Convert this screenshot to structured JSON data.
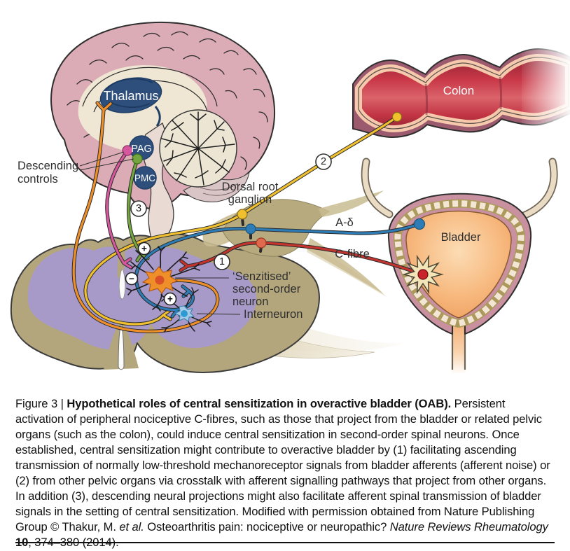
{
  "figure": {
    "labels": {
      "thalamus": "Thalamus",
      "pag": "PAG",
      "pmc": "PMC",
      "descending_controls_line1": "Descending",
      "descending_controls_line2": "controls",
      "dorsal_root_ganglion_line1": "Dorsal root",
      "dorsal_root_ganglion_line2": "ganglion",
      "colon": "Colon",
      "bladder": "Bladder",
      "a_delta_fibre": "A-δ",
      "c_fibre": "C-fibre",
      "sensitised_neuron_line1": "‘Senzitised’",
      "sensitised_neuron_line2": "second-order",
      "sensitised_neuron_line3": "neuron",
      "interneuron": "Interneuron"
    },
    "annotations": {
      "step_1": "1",
      "step_2": "2",
      "step_3": "3",
      "excitatory_sign": "+",
      "inhibitory_sign": "−"
    },
    "colors": {
      "fibre_orange": "#ef8f2a",
      "fibre_yellow": "#f1c02f",
      "fibre_blue": "#2d7cb5",
      "fibre_red": "#c4342e",
      "fibre_pink": "#d6579d",
      "fibre_green": "#74a63f",
      "brain_nuclei_blue": "#2e4e7c",
      "brain_pink": "#dcacb6",
      "grey_matter_purple": "#a79ac9",
      "white_matter_tan": "#b3a67c",
      "colon_red": "#c23443",
      "colon_wall_peach": "#f6c9ad",
      "colon_serosa_mauve": "#9c5a6e",
      "bladder_wall_mauve": "#c9909f",
      "bladder_interior_orange": "#f5ab6b",
      "starburst_cream": "#f2e5b8"
    }
  },
  "caption": {
    "segments": [
      {
        "text": "Figure 3 | ",
        "style": "regular"
      },
      {
        "text": "Hypothetical roles of central sensitization in overactive bladder (OAB).",
        "style": "bold"
      },
      {
        "text": " Persistent activation of peripheral nociceptive C-fibres, such as those that project from the bladder or related pelvic organs (such as the colon), could induce central sensitization in second-order spinal neurons. Once established, central sensitization might contribute to overactive bladder by (1) facilitating ascending transmission of normally low-threshold mechanoreceptor signals from bladder afferents (afferent noise) or (2) from other pelvic organs via crosstalk with afferent signalling pathways that project from other organs. In addition (3), descending neural projections might also facilitate afferent spinal transmission of bladder signals in the setting of central sensitization. Modified with permission obtained from Nature Publishing Group © Thakur, M. ",
        "style": "regular"
      },
      {
        "text": "et al.",
        "style": "italic"
      },
      {
        "text": " Osteoarthritis pain: nociceptive or neuropathic? ",
        "style": "regular"
      },
      {
        "text": "Nature Reviews Rheumatology ",
        "style": "italic"
      },
      {
        "text": "10",
        "style": "bold"
      },
      {
        "text": ", 374–380 (2014).",
        "style": "regular"
      }
    ]
  }
}
